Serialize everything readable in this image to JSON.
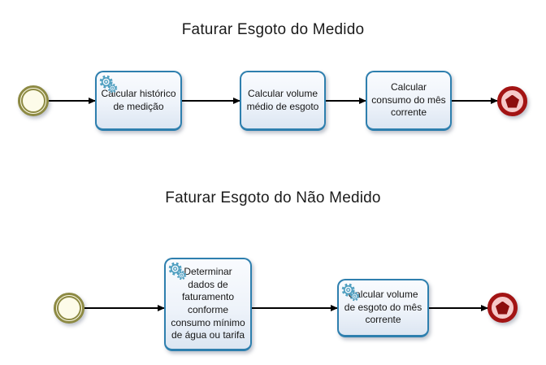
{
  "diagram": {
    "type": "bpmn-process",
    "flows": [
      {
        "title": "Faturar Esgoto do Medido",
        "start_event": "start",
        "tasks": [
          {
            "label": "Calcular histórico de medição",
            "icon": "service-gears"
          },
          {
            "label": "Calcular volume médio de esgoto",
            "icon": null
          },
          {
            "label": "Calcular consumo do mês corrente",
            "icon": null
          }
        ],
        "end_event": "end-terminate"
      },
      {
        "title": "Faturar Esgoto do Não Medido",
        "start_event": "start",
        "tasks": [
          {
            "label": "Determinar dados de faturamento conforme consumo mínimo de água ou tarifa",
            "icon": "service-gears"
          },
          {
            "label": "Calcular volume de esgoto do mês corrente",
            "icon": "service-gears"
          }
        ],
        "end_event": "end-terminate"
      }
    ],
    "colors": {
      "task_border": "#2e7fae",
      "task_fill_top": "#f9fbfe",
      "task_fill_bottom": "#dce6f2",
      "start_event_ring": "#8d8a43",
      "start_event_fill": "#fdfbe9",
      "end_event_ring": "#a31414",
      "end_event_fill": "#f6caca",
      "end_event_pentagon": "#8c0e0e",
      "gear_icon": "#4f9fc0",
      "connector": "#000000",
      "title_text": "#1b1b1b",
      "background": "#ffffff"
    }
  }
}
